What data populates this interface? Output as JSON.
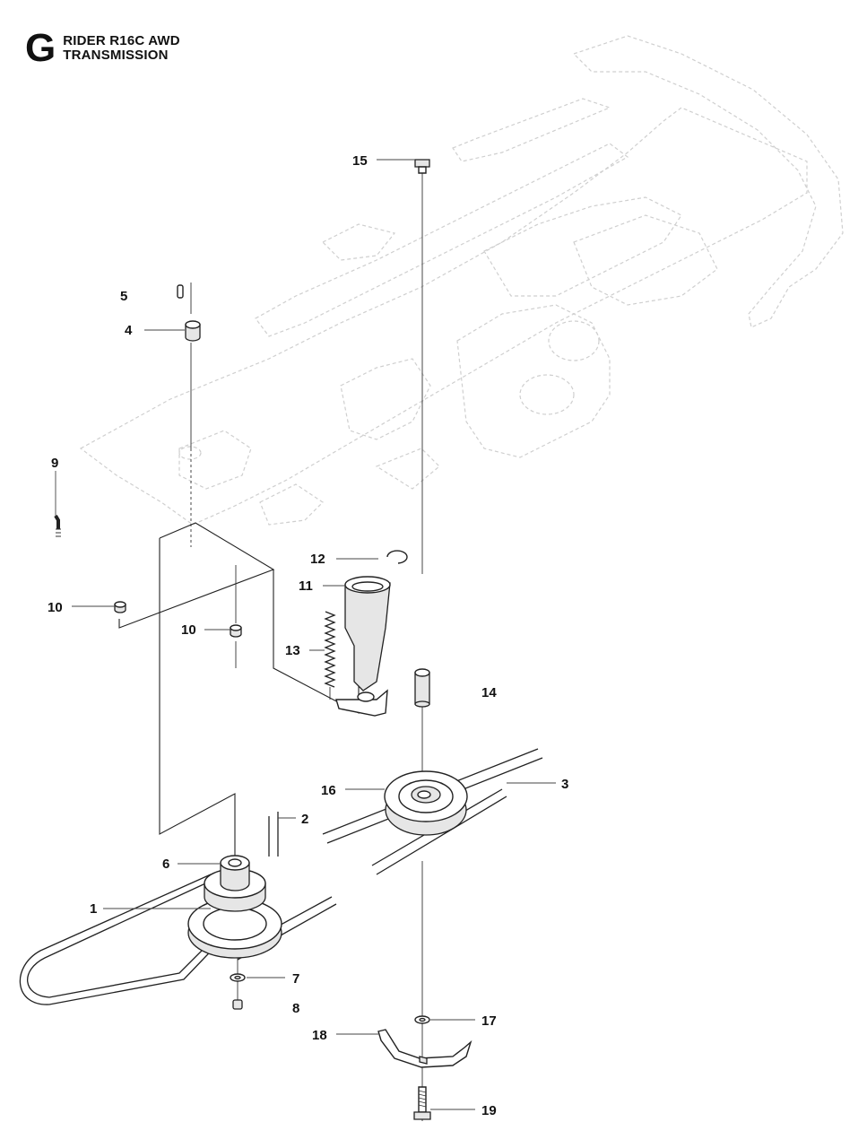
{
  "header": {
    "section_letter": "G",
    "model": "RIDER R16C AWD",
    "section": "TRANSMISSION"
  },
  "callouts": [
    {
      "id": "c1",
      "number": "1"
    },
    {
      "id": "c2",
      "number": "2"
    },
    {
      "id": "c3",
      "number": "3"
    },
    {
      "id": "c4",
      "number": "4"
    },
    {
      "id": "c5",
      "number": "5"
    },
    {
      "id": "c6",
      "number": "6"
    },
    {
      "id": "c7",
      "number": "7"
    },
    {
      "id": "c8",
      "number": "8"
    },
    {
      "id": "c9",
      "number": "9"
    },
    {
      "id": "c10a",
      "number": "10"
    },
    {
      "id": "c10b",
      "number": "10"
    },
    {
      "id": "c11",
      "number": "11"
    },
    {
      "id": "c12",
      "number": "12"
    },
    {
      "id": "c13",
      "number": "13"
    },
    {
      "id": "c14",
      "number": "14"
    },
    {
      "id": "c15",
      "number": "15"
    },
    {
      "id": "c16",
      "number": "16"
    },
    {
      "id": "c17",
      "number": "17"
    },
    {
      "id": "c18",
      "number": "18"
    },
    {
      "id": "c19",
      "number": "19"
    }
  ]
}
